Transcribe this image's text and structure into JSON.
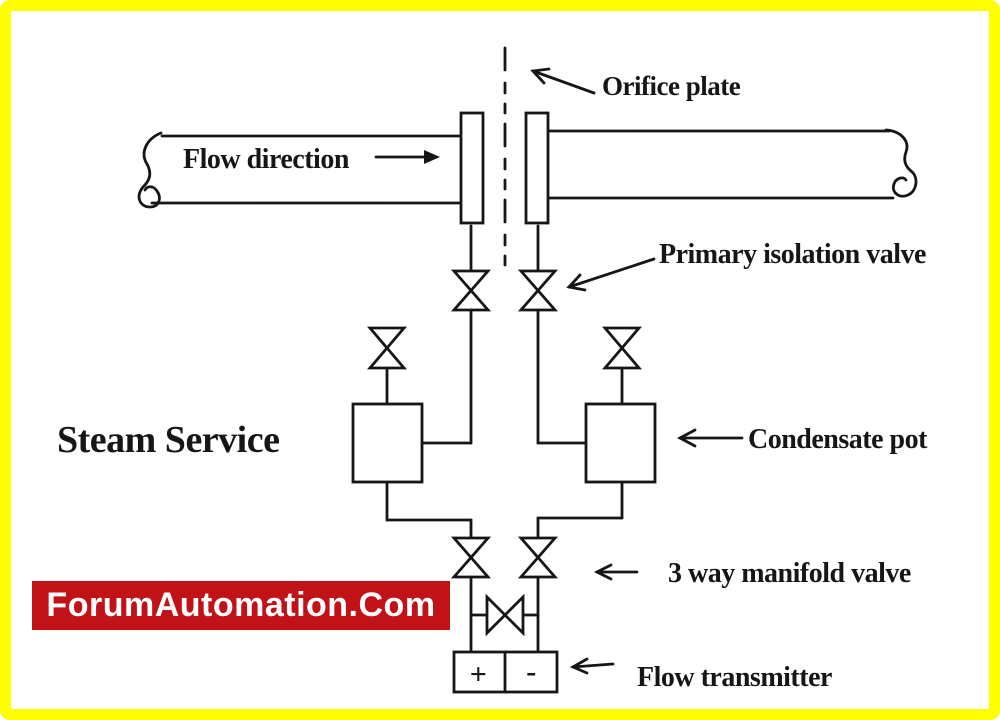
{
  "page": {
    "background_color": "#FFFFFF",
    "border_color": "#FFFF00",
    "line_color": "#161616"
  },
  "labels": {
    "flow_direction": "Flow direction",
    "orifice_plate": "Orifice plate",
    "primary_isolation_valve": "Primary isolation valve",
    "steam_service": "Steam Service",
    "condensate_pot": "Condensate pot",
    "three_way_manifold_valve": "3 way manifold valve",
    "flow_transmitter": "Flow transmitter"
  },
  "transmitter": {
    "high_port": "+",
    "low_port": "-"
  },
  "watermark": {
    "text": "ForumAutomation.Com",
    "background_color": "#C11218",
    "text_color": "#FFFFFF"
  }
}
